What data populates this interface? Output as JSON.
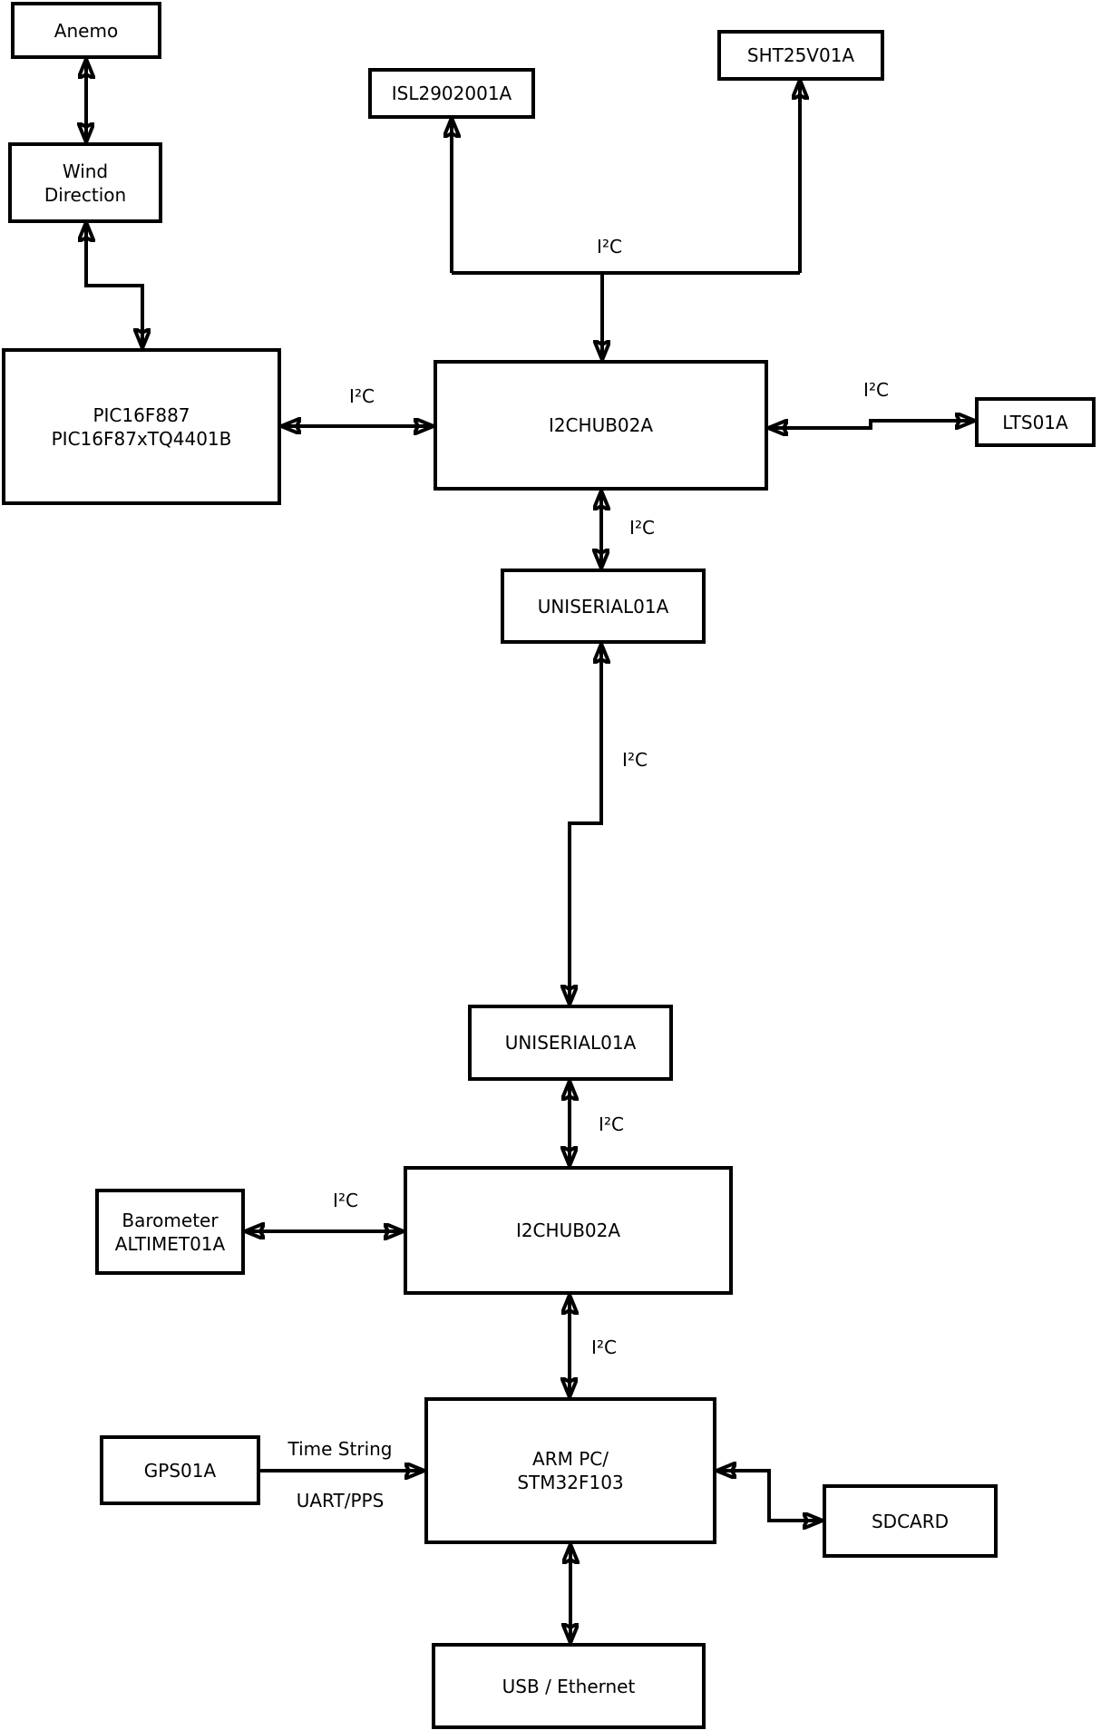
{
  "diagram": {
    "background": "#ffffff",
    "line_color": "#000000",
    "nodes": {
      "anemo": {
        "label": "Anemo"
      },
      "wind": {
        "lines": [
          "Wind",
          "Direction"
        ]
      },
      "pic": {
        "lines": [
          "PIC16F887",
          "PIC16F87xTQ4401B"
        ]
      },
      "isl": {
        "label": "ISL2902001A"
      },
      "sht": {
        "label": "SHT25V01A"
      },
      "hub1": {
        "label": "I2CHUB02A"
      },
      "lts": {
        "label": "LTS01A"
      },
      "uniserial1": {
        "label": "UNISERIAL01A"
      },
      "uniserial2": {
        "label": "UNISERIAL01A"
      },
      "hub2": {
        "label": "I2CHUB02A"
      },
      "barometer": {
        "lines": [
          "Barometer",
          "ALTIMET01A"
        ]
      },
      "armpc": {
        "lines": [
          "ARM PC/",
          "STM32F103"
        ]
      },
      "gps": {
        "label": "GPS01A"
      },
      "sdcard": {
        "label": "SDCARD"
      },
      "usb": {
        "label": "USB / Ethernet"
      }
    },
    "edge_labels": {
      "bus_top": "I²C",
      "pic_hub1": "I²C",
      "hub1_lts": "I²C",
      "hub1_uni1": "I²C",
      "uni1_uni2": "I²C",
      "uni2_hub2": "I²C",
      "bar_hub2": "I²C",
      "hub2_armpc": "I²C",
      "gps_time": "Time String",
      "gps_uart": "UART/PPS"
    }
  }
}
